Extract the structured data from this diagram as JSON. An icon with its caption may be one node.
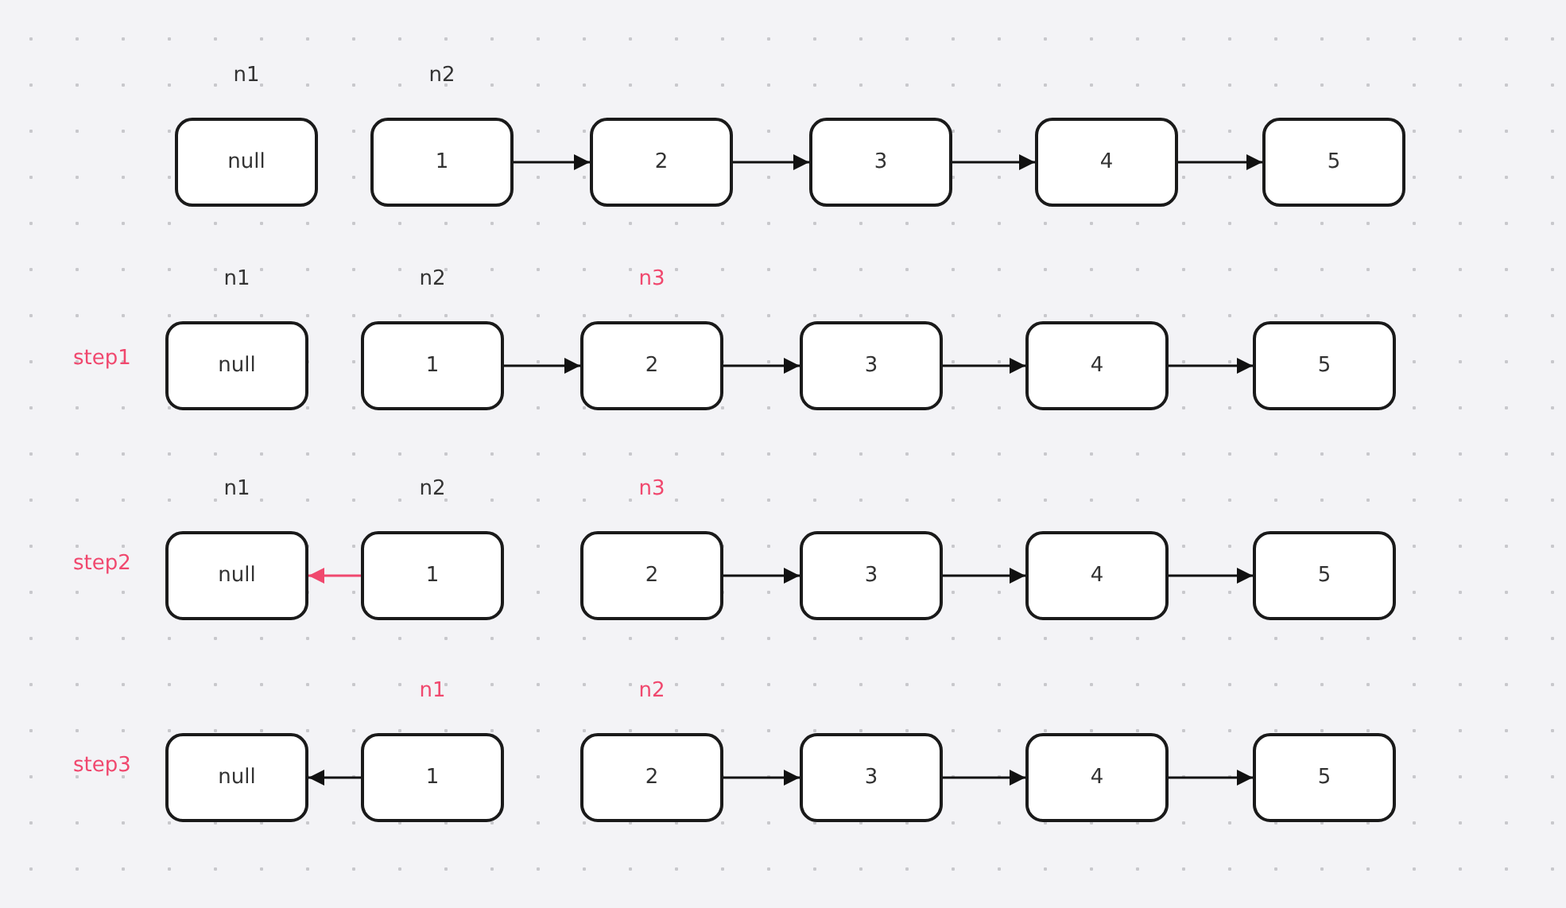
{
  "diagram": {
    "nodes": [
      {
        "text": [
          "null"
        ],
        "beside": [
          "n1"
        ]
      },
      {
        "text": [
          "1"
        ],
        "beside": [
          "n2"
        ]
      },
      {
        "text": [
          "2"
        ]
      },
      {
        "text": [
          "3"
        ]
      },
      {
        "text": [
          "4"
        ]
      },
      {
        "text": [
          "5"
        ]
      },
      {
        "text": [
          "null"
        ],
        "beside": [
          "n1"
        ]
      },
      {
        "text": [
          "1"
        ],
        "beside": [
          "n2"
        ]
      },
      {
        "text": [
          "2"
        ],
        "beside": [
          "n3"
        ]
      },
      {
        "text": [
          "3"
        ]
      },
      {
        "text": [
          "4"
        ]
      },
      {
        "text": [
          "5"
        ]
      },
      {
        "text": [
          "null"
        ],
        "beside": [
          "n1"
        ]
      },
      {
        "text": [
          "1"
        ],
        "beside": [
          "n2"
        ]
      },
      {
        "text": [
          "2"
        ],
        "beside": [
          "n3"
        ]
      },
      {
        "text": [
          "3"
        ]
      },
      {
        "text": [
          "4"
        ]
      },
      {
        "text": [
          "5"
        ]
      },
      {
        "text": [
          "null"
        ]
      },
      {
        "text": [
          "1"
        ],
        "beside": [
          "n1"
        ]
      },
      {
        "text": [
          "2"
        ],
        "beside": [
          "n2"
        ]
      },
      {
        "text": [
          "3"
        ]
      },
      {
        "text": [
          "4"
        ]
      },
      {
        "text": [
          "5"
        ]
      }
    ],
    "edges": [
      {
        "from": 1,
        "to": 2,
        "arrow": "to"
      },
      {
        "from": 2,
        "to": 3,
        "arrow": "to"
      },
      {
        "from": 3,
        "to": 4,
        "arrow": "to"
      },
      {
        "from": 4,
        "to": 5,
        "arrow": "to"
      },
      {
        "from": 7,
        "to": 8,
        "arrow": "to"
      },
      {
        "from": 8,
        "to": 9,
        "arrow": "to"
      },
      {
        "from": 9,
        "to": 10,
        "arrow": "to"
      },
      {
        "from": 10,
        "to": 11,
        "arrow": "to"
      },
      {
        "from": 13,
        "to": 12,
        "arrow": "to",
        "color": "#f0486e"
      },
      {
        "from": 14,
        "to": 15,
        "arrow": "to"
      },
      {
        "from": 15,
        "to": 16,
        "arrow": "to"
      },
      {
        "from": 16,
        "to": 17,
        "arrow": "to"
      },
      {
        "from": 19,
        "to": 18,
        "arrow": "to"
      },
      {
        "from": 20,
        "to": 21,
        "arrow": "to"
      },
      {
        "from": 21,
        "to": 22,
        "arrow": "to"
      },
      {
        "from": 22,
        "to": 23,
        "arrow": "to"
      }
    ],
    "labels": [
      "step1",
      "step2",
      "step3"
    ]
  }
}
